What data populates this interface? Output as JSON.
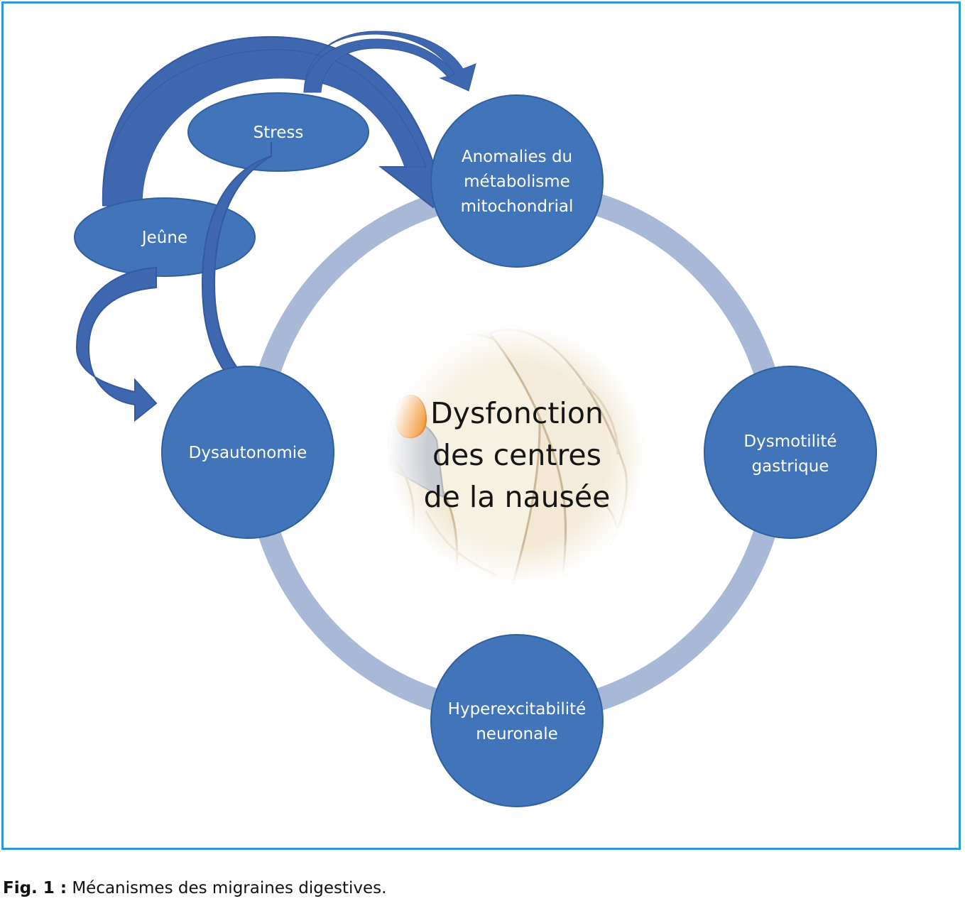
{
  "diagram": {
    "nodes": {
      "mito": [
        "Anomalies du",
        "métabolisme",
        "mitochondrial"
      ],
      "gastric": [
        "Dysmotilité",
        "gastrique"
      ],
      "neuro": [
        "Hyperexcitabilité",
        "neuronale"
      ],
      "dysauto": [
        "Dysautonomie"
      ],
      "stress": [
        "Stress"
      ],
      "jeune": [
        "Jeûne"
      ]
    },
    "center": [
      "Dysfonction",
      "des centres",
      "de la nausée"
    ]
  },
  "caption": {
    "label": "Fig. 1 :",
    "text": " Mécanismes des migraines digestives."
  },
  "colors": {
    "node": "#4174b8",
    "node_stroke": "#2f5f9e",
    "ring": "#a8b9d8",
    "arrow": "#3f67af",
    "frame": "#2b9bd8"
  }
}
